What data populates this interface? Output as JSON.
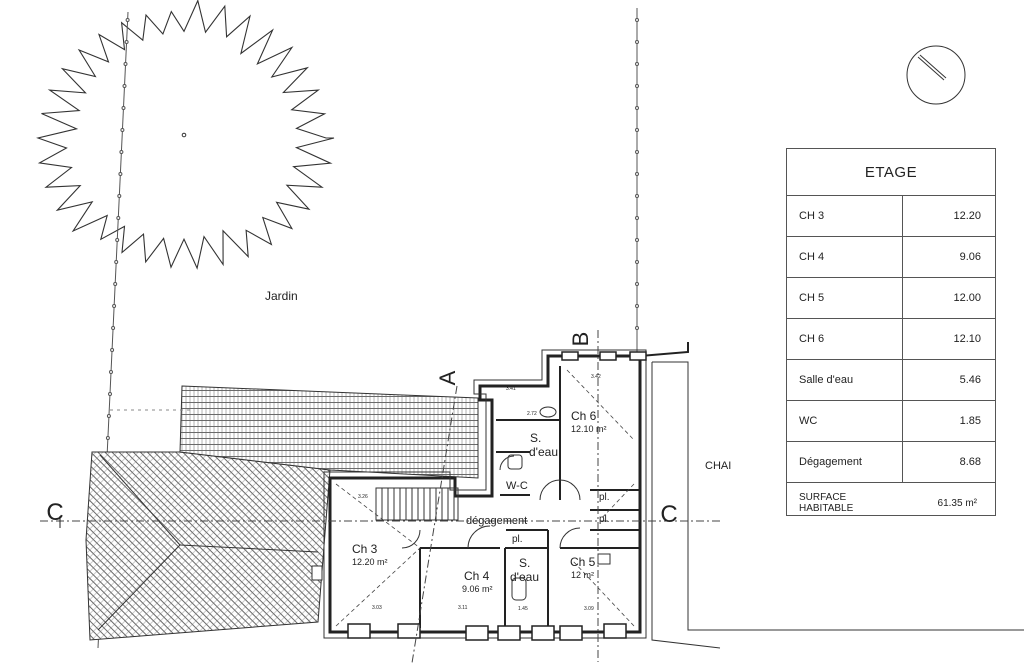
{
  "site_labels": {
    "garden": "Jardin",
    "storehouse": "CHAI",
    "section_c_left": "C",
    "section_c_right": "C",
    "section_a": "A",
    "section_b": "B"
  },
  "rooms": [
    {
      "key": "ch3",
      "name": "Ch 3",
      "area": "12.20 m²"
    },
    {
      "key": "ch4",
      "name": "Ch 4",
      "area": "9.06 m²"
    },
    {
      "key": "ch5",
      "name": "Ch 5",
      "area": "12 m²"
    },
    {
      "key": "ch6",
      "name": "Ch 6",
      "area": "12.10 m²"
    },
    {
      "key": "sdeau1",
      "name_l1": "S.",
      "name_l2": "d'eau"
    },
    {
      "key": "sdeau2",
      "name_l1": "S.",
      "name_l2": "d'eau"
    },
    {
      "key": "wc",
      "name": "W-C"
    },
    {
      "key": "degagement",
      "name": "dégagement"
    },
    {
      "key": "pl1",
      "name": "pl."
    },
    {
      "key": "pl2",
      "name": "pl."
    },
    {
      "key": "pl3",
      "name": "pl."
    }
  ],
  "dimensions": [
    "3.26",
    "3.03",
    "3.11",
    "2.72",
    "3.42",
    "3.41",
    "3.09",
    "1.45"
  ],
  "area_table": {
    "title": "ETAGE",
    "rows": [
      {
        "label": "CH 3",
        "value": "12.20"
      },
      {
        "label": "CH 4",
        "value": "9.06"
      },
      {
        "label": "CH 5",
        "value": "12.00"
      },
      {
        "label": "CH 6",
        "value": "12.10"
      },
      {
        "label": "Salle d'eau",
        "value": "5.46"
      },
      {
        "label": "WC",
        "value": "1.85"
      },
      {
        "label": "Dégagement",
        "value": "8.68"
      }
    ],
    "total_label": "SURFACE HABITABLE",
    "total_value": "61.35 m²"
  }
}
